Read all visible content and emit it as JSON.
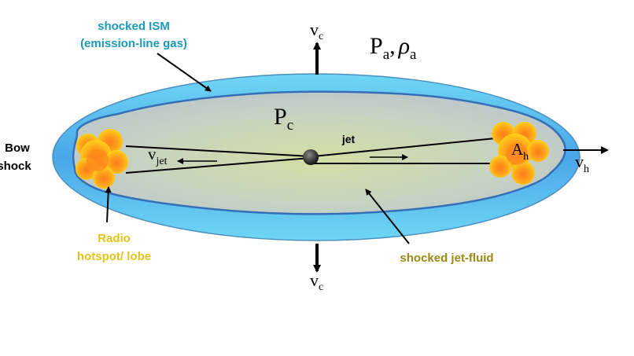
{
  "colors": {
    "shell_outer": "#54c8ee",
    "shell_inner": "#3f8fd8",
    "cocoon_fill": "#c9d6c9",
    "cocoon_edge": "#356fb5",
    "ism_label": "#1b9ab9",
    "radio_label": "#e5c21a",
    "jetfluid_label": "#9a8a14",
    "hotspot": "#ffbe16",
    "hotspot_core": "#ff8a1a",
    "text": "#000000"
  },
  "labels": {
    "ism_line1": "shocked ISM",
    "ism_line2": "(emission-line gas)",
    "bow_line1": "Bow",
    "bow_line2": "shock",
    "radio_line1": "Radio",
    "radio_line2": "hotspot/ lobe",
    "jet_fluid": "shocked jet-fluid",
    "jet": "jet",
    "vc_top": "v",
    "vc_top_sub": "c",
    "vc_bottom": "v",
    "vc_bottom_sub": "c",
    "pa": "P",
    "pa_sub": "a",
    "rho_sep": ",",
    "rho": "ρ",
    "rho_sub": "a",
    "pc": "P",
    "pc_sub": "c",
    "vjet": "v",
    "vjet_sub": "jet",
    "ah": "A",
    "ah_sub": "h",
    "vh": "v",
    "vh_sub": "h"
  }
}
